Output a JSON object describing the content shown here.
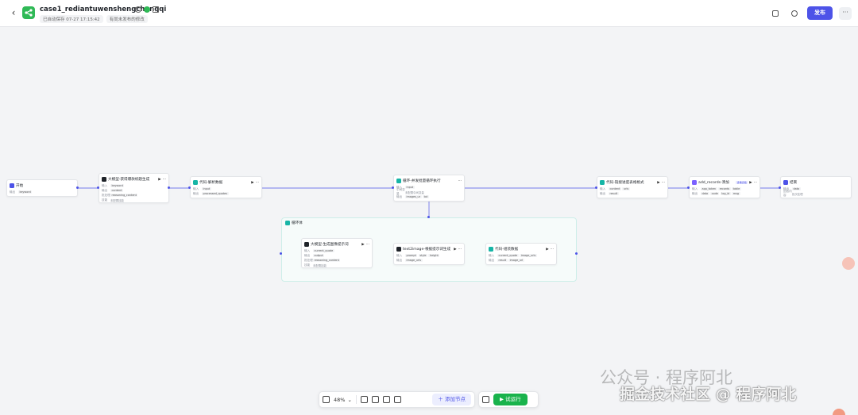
{
  "header": {
    "title": "case1_rediantuwenshengchengqi",
    "autosave": "已自动保存 07-27 17:15:42",
    "unpublished": "有尚未发布的修改",
    "publish_label": "发布",
    "more_label": "···"
  },
  "nodes": {
    "start": {
      "title": "开始",
      "out_label": "输出",
      "vars": [
        "keyword"
      ]
    },
    "llm1": {
      "title": "大模型-获得爆款标题生成",
      "in_label": "输入",
      "in_vars": [
        "keyword"
      ],
      "out_label": "输出",
      "out_vars": [
        "content"
      ],
      "batch_label": "批处理",
      "batch_vars": [
        "reasoning_content"
      ],
      "skill_label": "技能",
      "skill_text": "未配置技能"
    },
    "code1": {
      "title": "代码-解析数据",
      "in_label": "输入",
      "in_vars": [
        "input"
      ],
      "out_label": "输出",
      "out_vars": [
        "processed_quotes"
      ]
    },
    "loop": {
      "title": "循环-并发批量循环执行",
      "in_label": "输入",
      "in_vars": [
        "input"
      ],
      "mid_label": "中间变量",
      "mid_text": "未配置中间变量",
      "out_label": "输出",
      "out_vars": [
        "images_ur",
        "txt"
      ]
    },
    "code2": {
      "title": "代码-链接进度表格格式",
      "in_label": "输入",
      "in_vars": [
        "content",
        "urls"
      ],
      "out_label": "输出",
      "out_vars": [
        "result"
      ]
    },
    "add_records": {
      "title": "add_records-添加",
      "badge": "多维表格",
      "in_label": "输入",
      "in_vars": [
        "app_token",
        "records",
        "table"
      ],
      "out_label": "输出",
      "out_vars": [
        "data",
        "code",
        "log_id",
        "msg"
      ]
    },
    "end": {
      "title": "结束",
      "out_label": "输出",
      "out_vars": [
        "data"
      ],
      "answer_label": "回答内容",
      "answer_text": "批次处理"
    }
  },
  "loop_body": {
    "label": "循环体",
    "llm2": {
      "title": "大模型-生成图像提示词",
      "in_label": "输入",
      "in_vars": [
        "current_quote"
      ],
      "out_label": "输出",
      "out_vars": [
        "output"
      ],
      "batch_label": "批处理",
      "batch_vars": [
        "reasoning_content"
      ],
      "skill_label": "技能",
      "skill_text": "未配置技能"
    },
    "text2img": {
      "title": "text2image-根据提示词生成",
      "in_label": "输入",
      "in_vars": [
        "prompt",
        "style",
        "height"
      ],
      "out_label": "输出",
      "out_vars": [
        "image_urls"
      ]
    },
    "code3": {
      "title": "代码-组装数据",
      "in_label": "输入",
      "in_vars": [
        "current_quote",
        "image_urls"
      ],
      "out_label": "输出",
      "out_vars": [
        "result",
        "image_url"
      ]
    }
  },
  "toolbar": {
    "zoom": "48%",
    "add_node_label": "添加节点",
    "run_label": "试运行"
  },
  "watermark": {
    "line1": "公众号 · 程序阿北",
    "line2": "掘金技术社区 @ 程序阿北"
  },
  "colors": {
    "accent": "#4d53e8",
    "app_icon": "#2fb956",
    "run": "#19b34c",
    "edge": "#4d53e8"
  }
}
